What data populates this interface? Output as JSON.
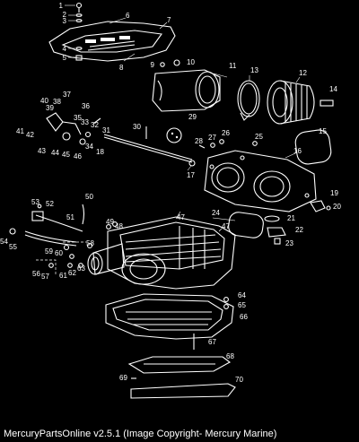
{
  "footer": {
    "text": "MercuryPartsOnline v2.5.1 (Image Copyright- Mercury Marine)"
  },
  "callouts": [
    "1",
    "2",
    "3",
    "4",
    "5",
    "6",
    "7",
    "8",
    "9",
    "10",
    "11",
    "12",
    "13",
    "14",
    "15",
    "16",
    "17",
    "18",
    "19",
    "20",
    "21",
    "22",
    "23",
    "24",
    "25",
    "26",
    "27",
    "28",
    "29",
    "30",
    "31",
    "32",
    "33",
    "34",
    "35",
    "36",
    "37",
    "38",
    "39",
    "40",
    "41",
    "42",
    "43",
    "44",
    "45",
    "46",
    "47",
    "47",
    "48",
    "49",
    "50",
    "51",
    "52",
    "53",
    "54",
    "55",
    "56",
    "57",
    "58",
    "59",
    "60",
    "61",
    "62",
    "63",
    "64",
    "65",
    "66",
    "67",
    "68",
    "69",
    "70"
  ],
  "icons": {
    "diagram": "supercharger-exploded-view"
  }
}
